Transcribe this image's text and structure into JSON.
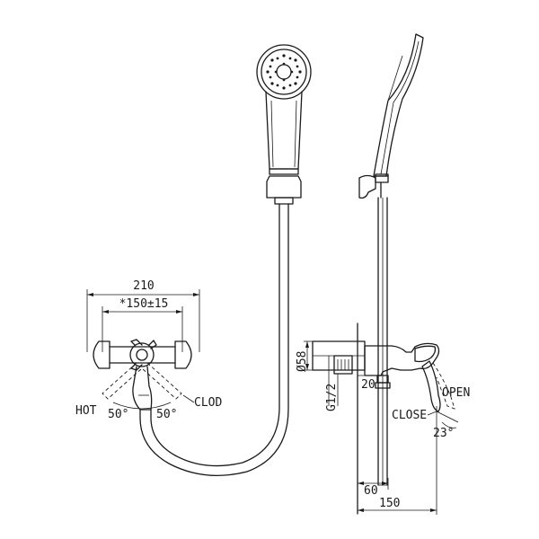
{
  "front_view": {
    "dim_overall": "210",
    "dim_centers": "*150±15",
    "label_hot": "HOT",
    "label_cold": "CLOD",
    "angle_left": "50°",
    "angle_right": "50°"
  },
  "side_view": {
    "dim_diameter": "Ø58",
    "dim_thread": "G1/2",
    "dim_20": "20",
    "label_open": "OPEN",
    "label_close": "CLOSE",
    "angle_lever": "23°",
    "dim_60": "60",
    "dim_150": "150"
  }
}
